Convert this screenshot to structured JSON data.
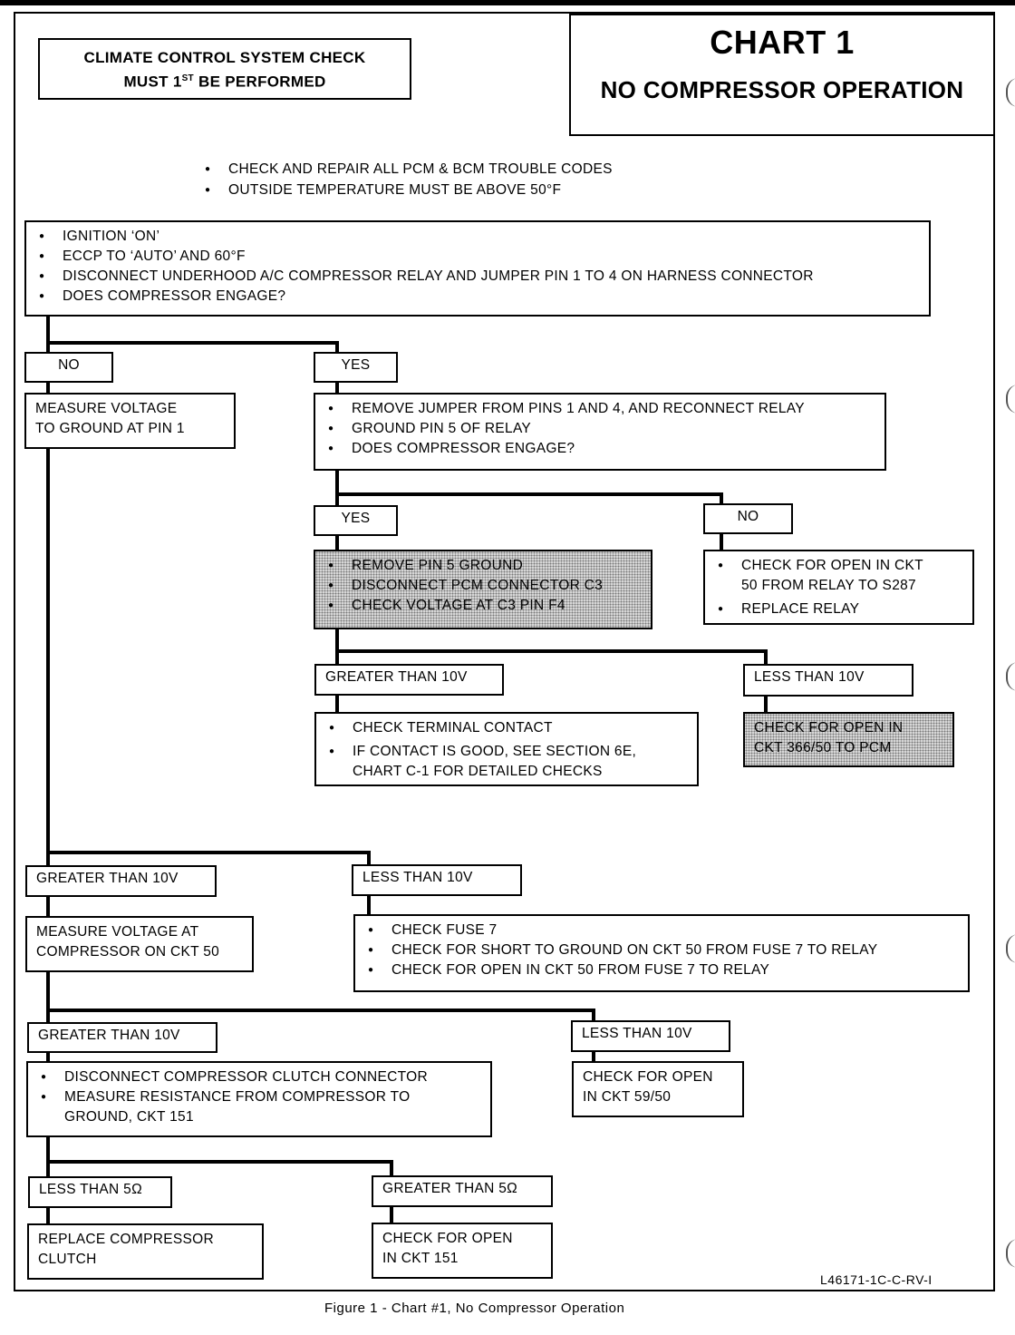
{
  "header": {
    "precheck_line1": "CLIMATE CONTROL SYSTEM CHECK",
    "precheck_line2_pre": "MUST 1",
    "precheck_line2_sup": "ST",
    "precheck_line2_post": " BE PERFORMED",
    "title_main": "CHART 1",
    "title_sub": "NO COMPRESSOR OPERATION"
  },
  "prerequisites": [
    "CHECK AND REPAIR ALL PCM & BCM TROUBLE CODES",
    "OUTSIDE TEMPERATURE MUST BE ABOVE 50°F"
  ],
  "start": {
    "items": [
      "IGNITION ‘ON’",
      "ECCP TO ‘AUTO’ AND 60°F",
      "DISCONNECT UNDERHOOD A/C COMPRESSOR RELAY AND JUMPER PIN 1 TO 4 ON HARNESS CONNECTOR",
      "DOES COMPRESSOR ENGAGE?"
    ]
  },
  "branch1": {
    "no_label": "NO",
    "yes_label": "YES"
  },
  "no1": {
    "action_line1": "MEASURE VOLTAGE",
    "action_line2": "TO GROUND AT PIN 1"
  },
  "yes1": {
    "items": [
      "REMOVE JUMPER FROM PINS 1 AND 4, AND RECONNECT RELAY",
      "GROUND PIN 5 OF RELAY",
      "DOES COMPRESSOR ENGAGE?"
    ],
    "yes_label": "YES",
    "no_label": "NO",
    "yes_items": [
      "REMOVE PIN 5 GROUND",
      "DISCONNECT PCM CONNECTOR C3",
      "CHECK VOLTAGE AT C3 PIN F4"
    ],
    "no_item1_line1": "CHECK FOR OPEN IN CKT",
    "no_item1_line2": "50 FROM RELAY TO S287",
    "no_item2": "REPLACE RELAY",
    "gt_label": "GREATER THAN 10V",
    "lt_label": "LESS THAN 10V",
    "gt_item1": "CHECK TERMINAL CONTACT",
    "gt_item2_line1": "IF CONTACT IS GOOD, SEE SECTION 6E,",
    "gt_item2_line2": "CHART C-1 FOR DETAILED CHECKS",
    "lt_line1": "CHECK FOR OPEN IN",
    "lt_line2": "CKT 366/50 TO PCM"
  },
  "pin1_result": {
    "gt_label": "GREATER THAN 10V",
    "lt_label": "LESS THAN 10V",
    "gt_action_line1": "MEASURE VOLTAGE AT",
    "gt_action_line2": "COMPRESSOR ON CKT 50",
    "lt_items": [
      "CHECK FUSE 7",
      "CHECK FOR SHORT TO GROUND ON CKT 50 FROM FUSE 7 TO RELAY",
      "CHECK FOR OPEN IN CKT 50 FROM FUSE 7 TO RELAY"
    ]
  },
  "ckt50_result": {
    "gt_label": "GREATER THAN 10V",
    "lt_label": "LESS THAN 10V",
    "gt_item1": "DISCONNECT COMPRESSOR CLUTCH CONNECTOR",
    "gt_item2_line1": "MEASURE RESISTANCE FROM COMPRESSOR TO",
    "gt_item2_line2": "GROUND, CKT 151",
    "lt_line1": "CHECK FOR OPEN",
    "lt_line2": "IN CKT 59/50"
  },
  "resistance_result": {
    "lt_label": "LESS THAN 5Ω",
    "gt_label": "GREATER THAN 5Ω",
    "lt_line1": "REPLACE  COMPRESSOR",
    "lt_line2": "CLUTCH",
    "gt_line1": "CHECK FOR OPEN",
    "gt_line2": "IN CKT 151"
  },
  "doc_id": "L46171-1C-C-RV-I",
  "caption": "Figure  1 -  Chart #1, No Compressor Operation"
}
